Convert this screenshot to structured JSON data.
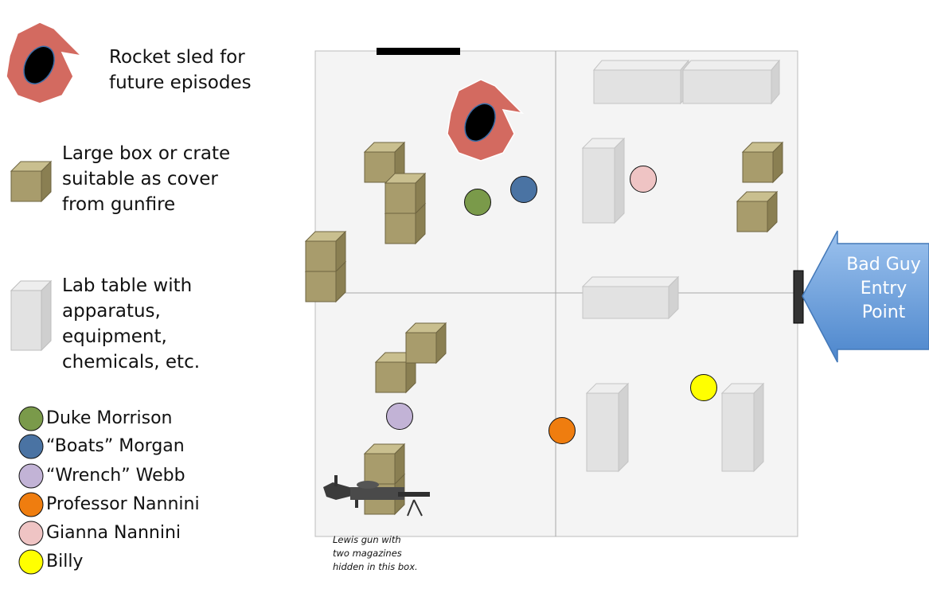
{
  "legend": {
    "rocket_sled": "Rocket sled for future episodes",
    "crate": "Large box or crate suitable as cover from gunfire",
    "lab_table": "Lab table with apparatus, equipment, chemicals, etc."
  },
  "characters": [
    {
      "id": "duke",
      "name": "Duke Morrison",
      "color": "#7a9a4a"
    },
    {
      "id": "boats",
      "name": "“Boats” Morgan",
      "color": "#4a73a3"
    },
    {
      "id": "wrench",
      "name": "“Wrench” Webb",
      "color": "#c2b3d6"
    },
    {
      "id": "professor",
      "name": "Professor Nannini",
      "color": "#ef7d0f"
    },
    {
      "id": "gianna",
      "name": "Gianna Nannini",
      "color": "#efc4c4"
    },
    {
      "id": "billy",
      "name": "Billy",
      "color": "#ffff00"
    }
  ],
  "map": {
    "note": "Lewis gun with two magazines hidden in this box.",
    "entry_point": "Bad Guy Entry Point"
  },
  "colors": {
    "sled": "#d36a60",
    "crate_front": "#a89c6c",
    "table_front": "#e2e2e2",
    "entry_arrow": "#6fa2de",
    "floor": "#f4f4f4"
  },
  "icons": [
    "rocket-sled-icon",
    "crate-icon",
    "lab-table-icon",
    "lewis-gun-icon",
    "entry-arrow-icon"
  ]
}
